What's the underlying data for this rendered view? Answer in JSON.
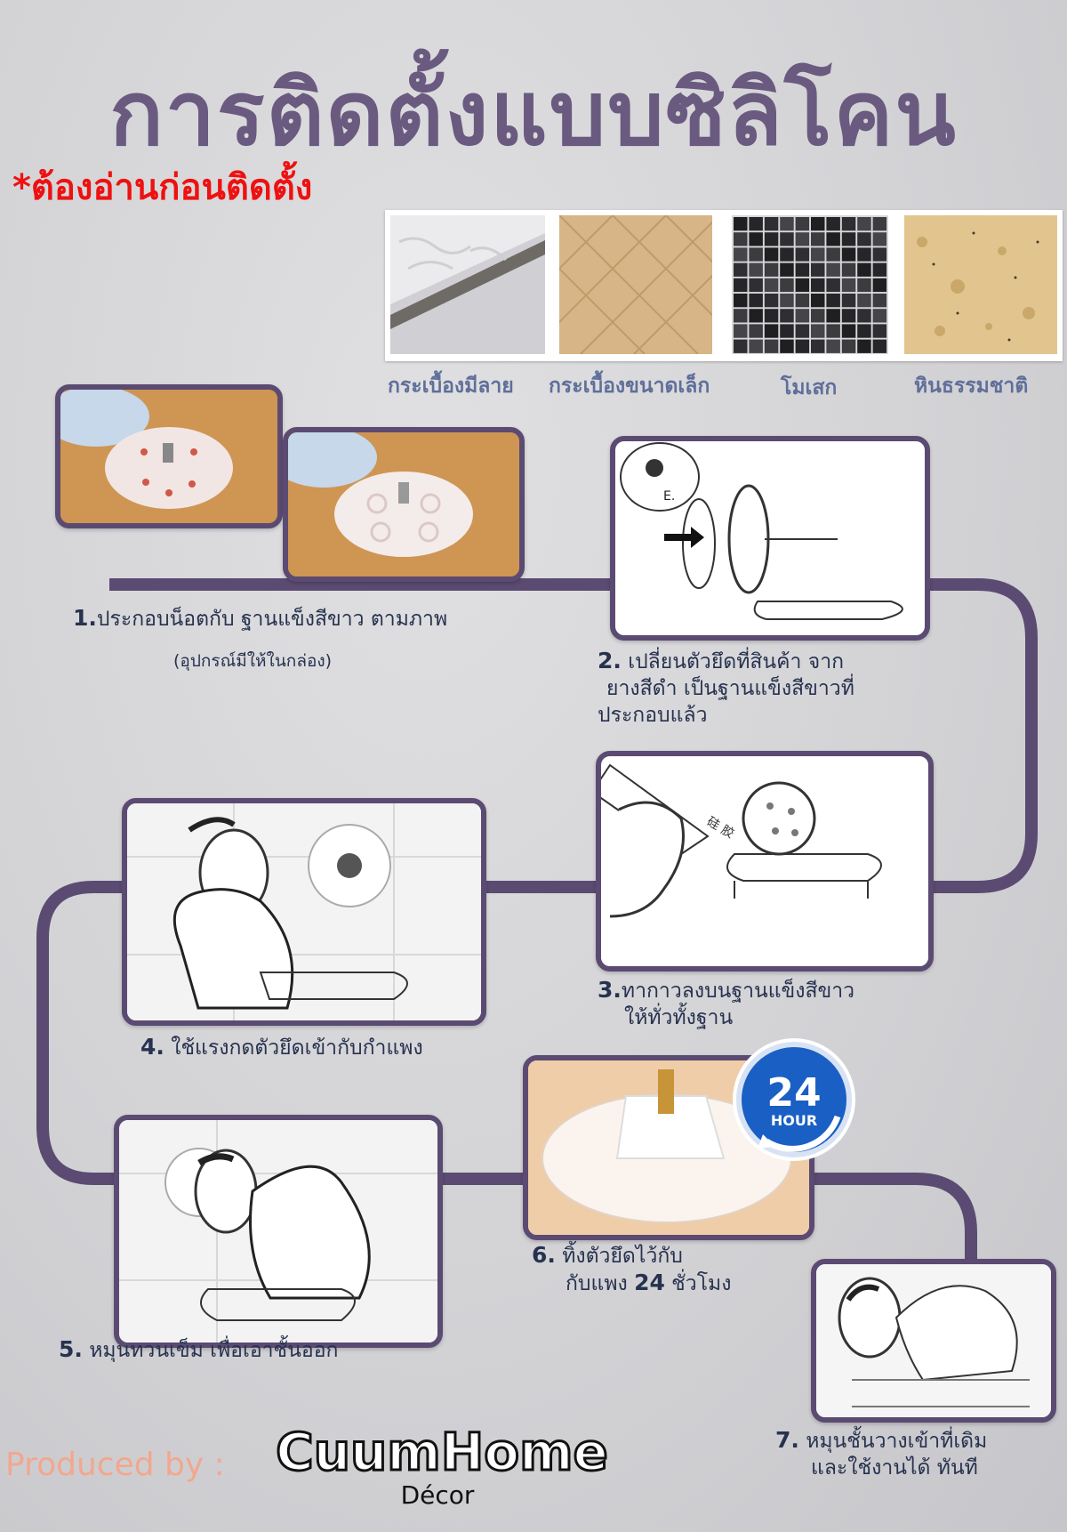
{
  "title": "การติดตั้งแบบซิลิโคน",
  "warning": "*ต้องอ่านก่อนติดตั้ง",
  "surfaces": [
    {
      "label": "กระเบื้องมีลาย"
    },
    {
      "label": "กระเบื้องขนาดเล็ก"
    },
    {
      "label": "โมเสก"
    },
    {
      "label": "หินธรรมชาติ"
    }
  ],
  "steps": [
    {
      "num": "1.",
      "text": "ประกอบน็อตกับ ฐานแข็งสีขาว ตามภาพ",
      "note": "(อุปกรณ์มีให้ในกล่อง)"
    },
    {
      "num": "2.",
      "line1": " เปลี่ยนตัวยึดที่สินค้า จาก",
      "line2": "ยางสีดำ เป็นฐานแข็งสีขาวที่",
      "line3": "ประกอบแล้ว"
    },
    {
      "num": "3.",
      "line1": "ทากาวลงบนฐานแข็งสีขาว",
      "line2": "ให้ทั่วทั้งฐาน"
    },
    {
      "num": "4.",
      "text": " ใช้แรงกดตัวยึดเข้ากับกำแพง"
    },
    {
      "num": "5.",
      "text": " หมุนทวนเข็ม เพื่อเอาชั้นออก"
    },
    {
      "num": "6.",
      "line1": " ทิ้งตัวยึดไว้กับ",
      "line2": "กับแพง",
      "hours": "24",
      "line2b": "ชั่วโมง"
    },
    {
      "num": "7.",
      "line1": " หมุนชั้นวางเข้าที่เดิม",
      "line2": "และใช้งานได้ ทันที"
    }
  ],
  "badge": {
    "number": "24",
    "unit": "HOUR"
  },
  "footer": {
    "produced_by": "Produced by :",
    "logo_main": "CuumHome",
    "logo_sub": "Décor"
  },
  "colors": {
    "title": "#6a5a80",
    "warning": "#ee1111",
    "path": "#5b4b72",
    "step_text": "#27324f",
    "produced": "#f2a78e",
    "surface_label": "#5f6f9a"
  }
}
